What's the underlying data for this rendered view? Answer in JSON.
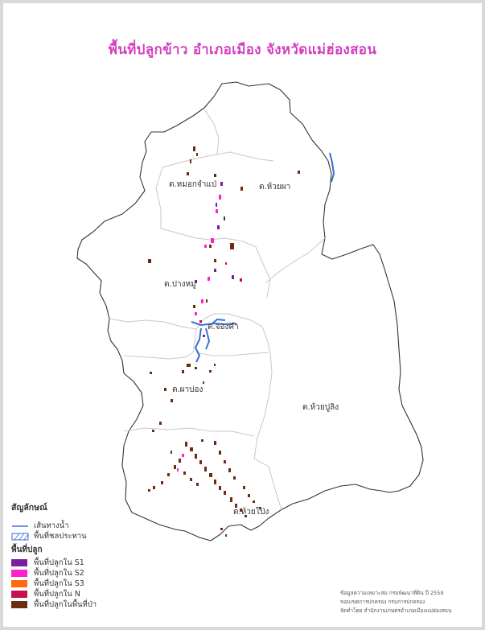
{
  "title": "พื้นที่ปลูกข้าว  อำเภอเมือง จังหวัดแม่ฮ่องสอน",
  "subdistricts": [
    {
      "name": "ต.หมอกจำแป่"
    },
    {
      "name": "ต.ห้วยผา"
    },
    {
      "name": "ต.ปางหมู"
    },
    {
      "name": "ต.จองคำ"
    },
    {
      "name": "ต.ผาบ่อง"
    },
    {
      "name": "ต.ห้วยปูลิง"
    },
    {
      "name": "ต.ห้วยโป่ง"
    }
  ],
  "legend": {
    "title": "สัญลักษณ์",
    "waterway": "เส้นทางน้ำ",
    "irrigation": "พื้นที่ชลประทาน",
    "plant_title": "พื้นที่ปลูก",
    "items": [
      {
        "label": "พื้นที่ปลูกใน S1",
        "color": "#7a1fa2"
      },
      {
        "label": "พื้นที่ปลูกใน S2",
        "color": "#ff22cc"
      },
      {
        "label": "พื้นที่ปลูกใน S3",
        "color": "#ff6a10"
      },
      {
        "label": "พื้นที่ปลูกใน N",
        "color": "#c4104c"
      },
      {
        "label": "พื้นที่ปลูกในพื้นที่ป่า",
        "color": "#6b2e12"
      }
    ]
  },
  "credits": [
    "ข้อมูลความเหมาะสม กรมพัฒนาที่ดิน ปี 2559",
    "ขอบเขตการปกครอง กรมการปกครอง",
    "จัดทำโดย สำนักงานเกษตรอำเภอเมืองแม่ฮ่องสอน"
  ],
  "colors": {
    "title": "#d43fc0",
    "boundary": "#333333",
    "subdistrict_line": "#c8c8c8",
    "water": "#3b6fd6"
  }
}
